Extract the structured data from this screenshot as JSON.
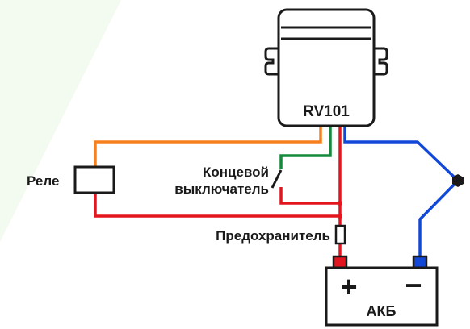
{
  "labels": {
    "device": "RV101",
    "relay": "Реле",
    "limit_switch_line1": "Концевой",
    "limit_switch_line2": "выключатель",
    "fuse": "Предохранитель",
    "battery": "АКБ",
    "battery_plus": "+",
    "battery_minus": "−"
  },
  "colors": {
    "background_tint": "#f3faef",
    "wire_orange": "#f7801e",
    "wire_green": "#138a3c",
    "wire_red": "#e3151e",
    "wire_blue": "#1248d8",
    "terminal_red": "#e3151e",
    "terminal_blue": "#1248d8",
    "outline": "#1a1a1a"
  }
}
